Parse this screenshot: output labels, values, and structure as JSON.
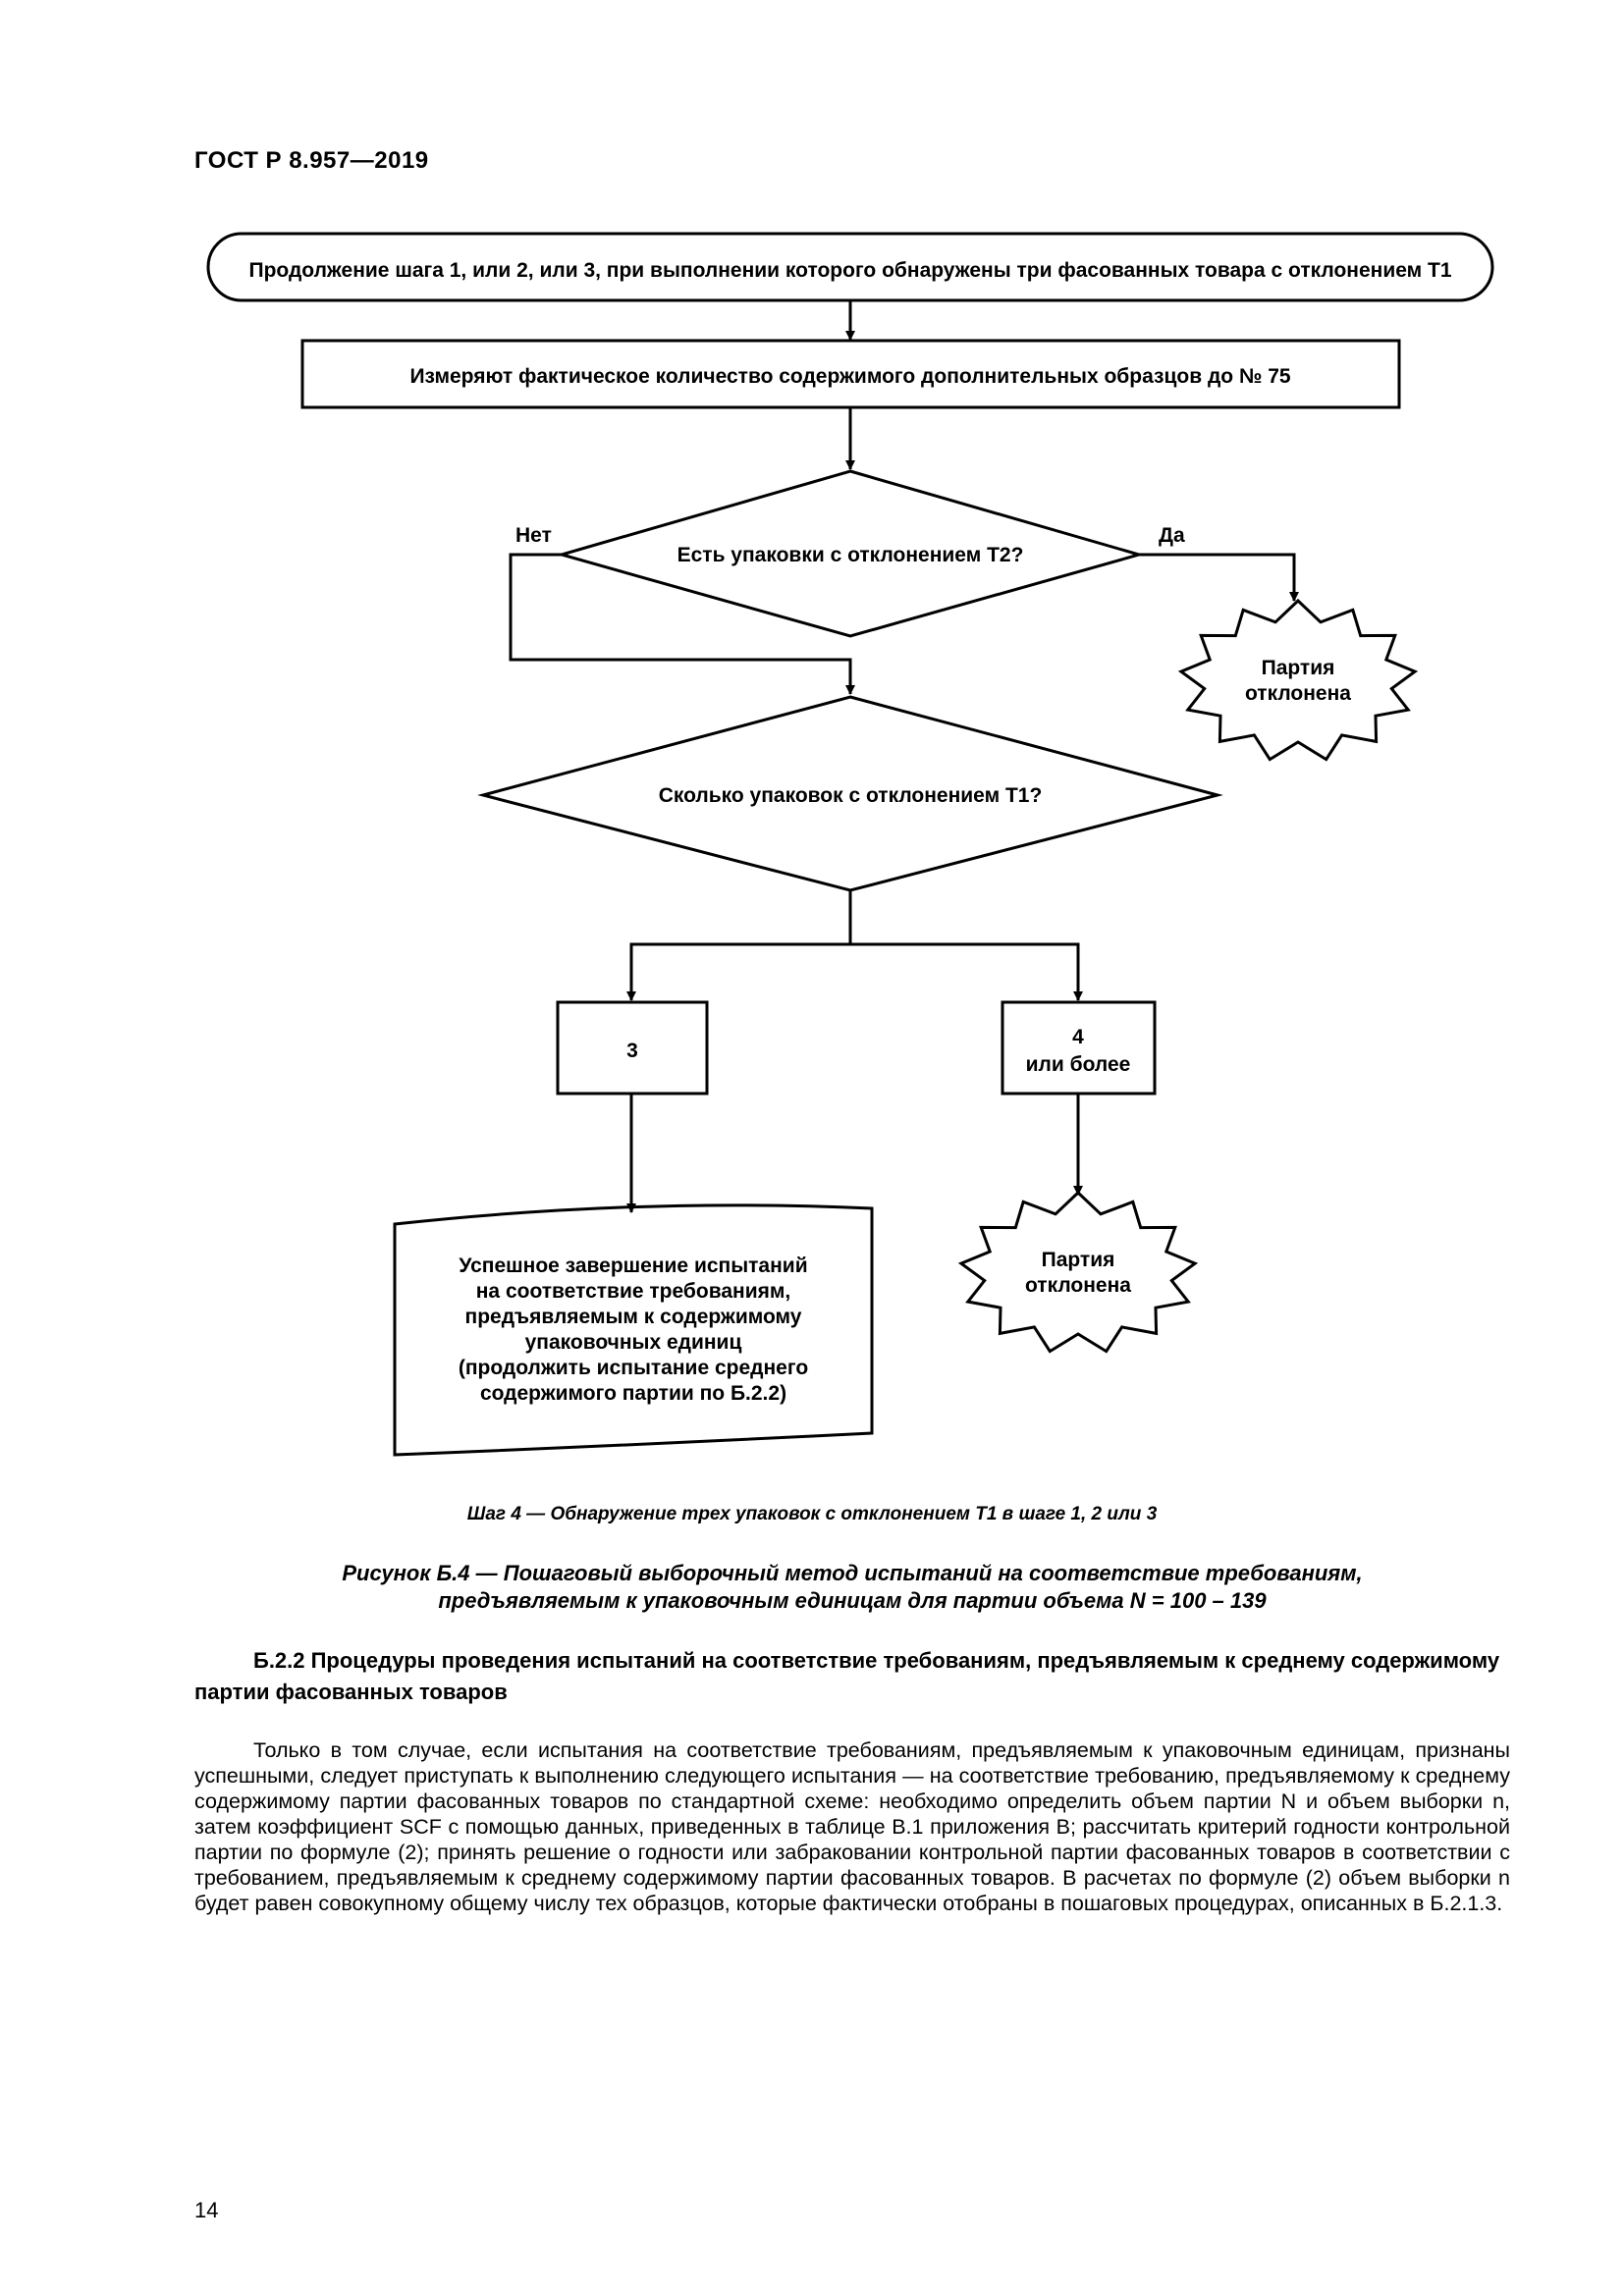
{
  "header": {
    "doc_id": "ГОСТ Р 8.957—2019"
  },
  "flowchart": {
    "start": "Продолжение шага 1, или 2, или 3, при выполнении которого обнаружены три фасованных товара с отклонением T1",
    "measure": "Измеряют фактическое количество содержимого дополнительных образцов до № 75",
    "decision1": "Есть упаковки с отклонением T2?",
    "no_label": "Нет",
    "yes_label": "Да",
    "reject1_line1": "Партия",
    "reject1_line2": "отклонена",
    "decision2": "Сколько упаковок с отклонением T1?",
    "branch_three": "3",
    "branch_four_line1": "4",
    "branch_four_line2": "или более",
    "success_lines": [
      "Успешное завершение испытаний",
      "на соответствие требованиям,",
      "предъявляемым к содержимому",
      "упаковочных единиц",
      "(продолжить испытание среднего",
      "содержимого партии по Б.2.2)"
    ],
    "reject2_line1": "Партия",
    "reject2_line2": "отклонена"
  },
  "step_caption": "Шаг 4 — Обнаружение трех упаковок с отклонением T1 в шаге 1, 2 или 3",
  "figure_caption": {
    "line1": "Рисунок Б.4 — Пошаговый выборочный метод испытаний на соответствие требованиям,",
    "line2": "предъявляемым к упаковочным единицам для партии объема  N = 100 – 139"
  },
  "section_heading": "Б.2.2 Процедуры проведения испытаний на соответствие требованиям, предъявляемым к среднему содержимому партии фасованных товаров",
  "paragraph": "Только в том случае, если испытания на соответствие требованиям, предъявляемым к упаковочным единицам, признаны успешными, следует приступать к выполнению следующего испытания — на соответствие требованию, предъявляемому к среднему содержимому партии фасованных товаров по стандартной схеме: необходимо определить объем партии N и объем выборки n, затем коэффициент SCF с помощью данных, приведенных в таблице В.1 приложения В; рассчитать критерий годности контрольной партии по формуле (2); принять решение о годности или забраковании контрольной партии фасованных товаров в соответствии с требованием, предъявляемым к среднему содержимому партии фасованных товаров. В расчетах по формуле (2) объем выборки n будет равен совокупному общему числу тех образцов, которые фактически отобраны в пошаговых процедурах, описанных в Б.2.1.3.",
  "page_number": "14"
}
